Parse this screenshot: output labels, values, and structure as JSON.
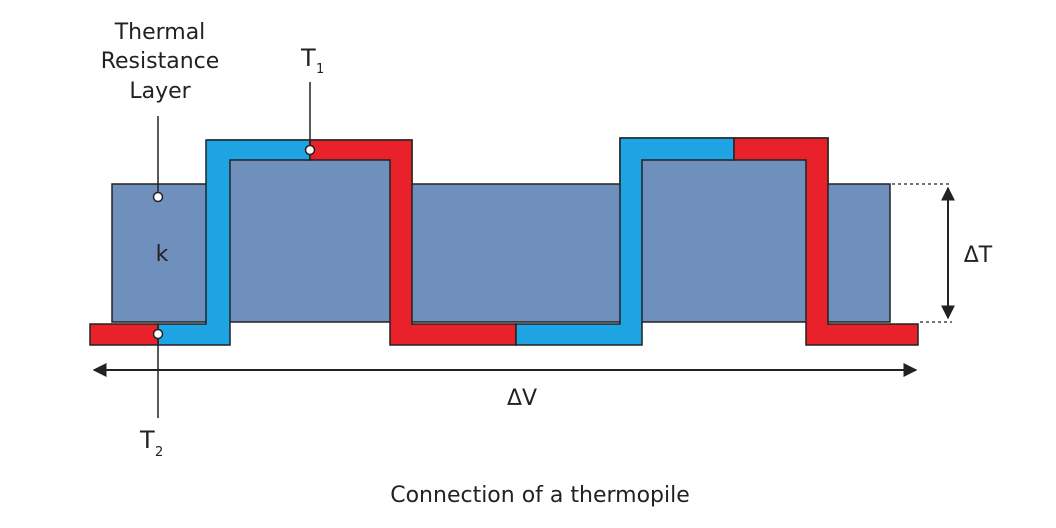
{
  "labels": {
    "thermal_resistance_line1": "Thermal",
    "thermal_resistance_line2": "Resistance",
    "thermal_resistance_line3": "Layer",
    "t1_main": "T",
    "t1_sub": "1",
    "t2_main": "T",
    "t2_sub": "2",
    "conductivity": "k",
    "delta_t": "ΔT",
    "delta_v": "ΔV",
    "caption": "Connection of a thermopile"
  },
  "colors": {
    "layer_fill": "#6f8fbd",
    "conductor_a": "#e8212b",
    "conductor_b": "#1ea3e3",
    "outline": "#222222"
  }
}
